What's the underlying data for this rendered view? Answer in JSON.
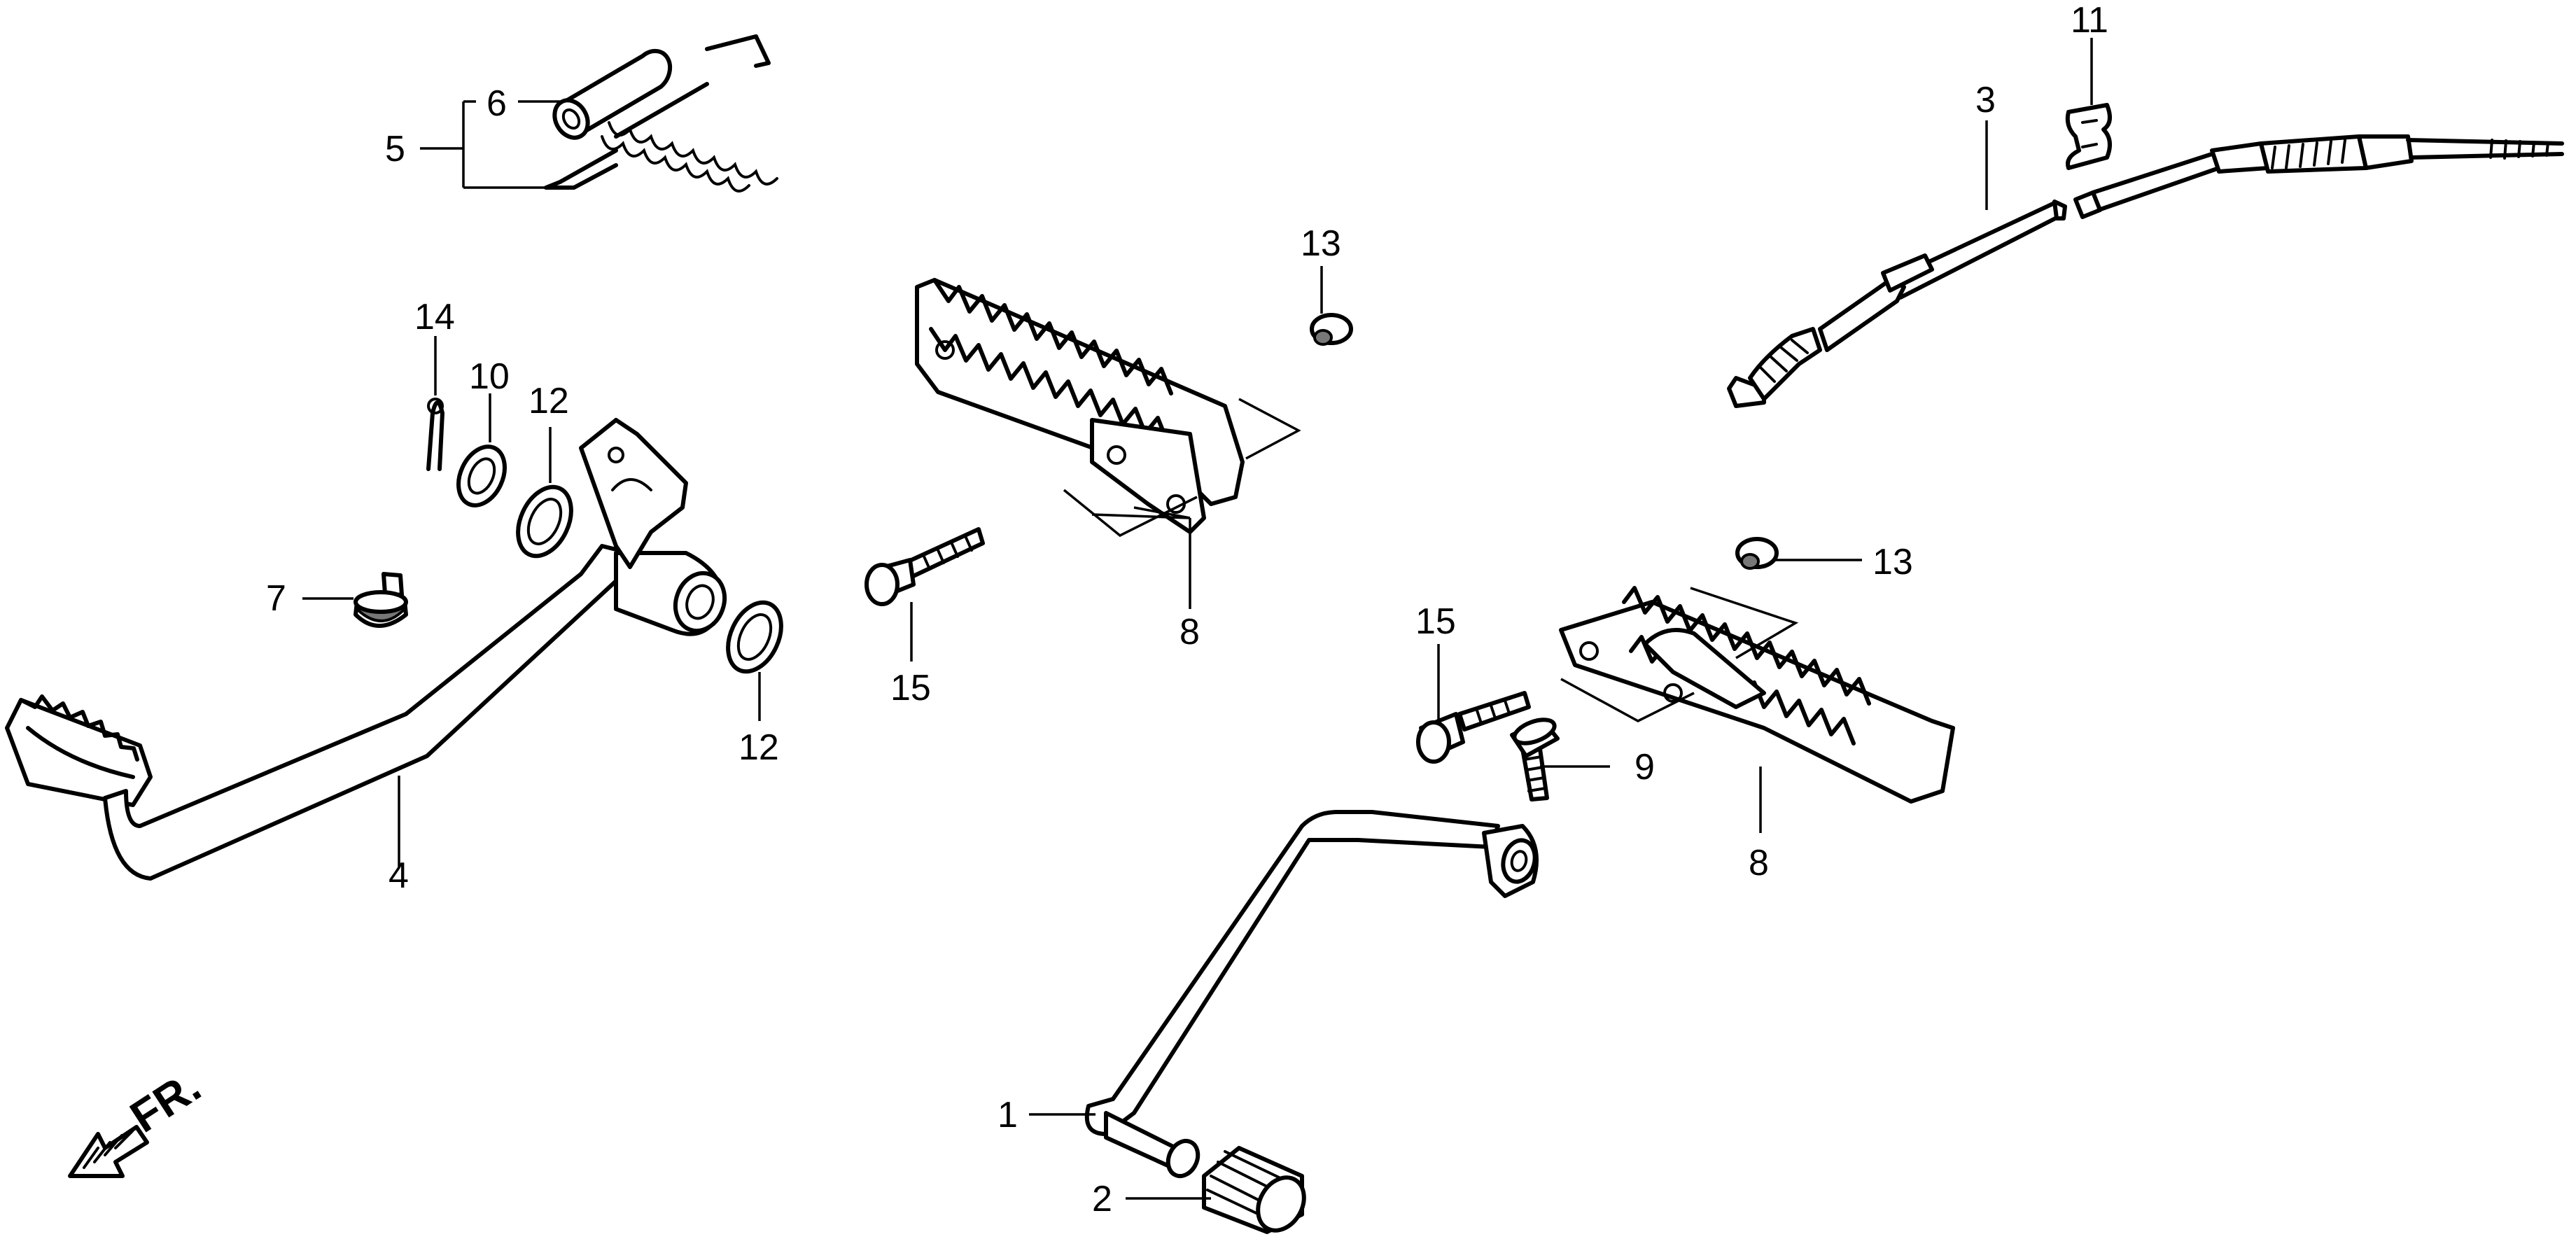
{
  "callouts": {
    "c1": "1",
    "c2": "2",
    "c3": "3",
    "c4": "4",
    "c5": "5",
    "c6": "6",
    "c7": "7",
    "c8a": "8",
    "c8b": "8",
    "c9": "9",
    "c10": "10",
    "c11": "11",
    "c12a": "12",
    "c12b": "12",
    "c13a": "13",
    "c13b": "13",
    "c14": "14",
    "c15a": "15",
    "c15b": "15"
  },
  "direction": {
    "label": "FR."
  }
}
